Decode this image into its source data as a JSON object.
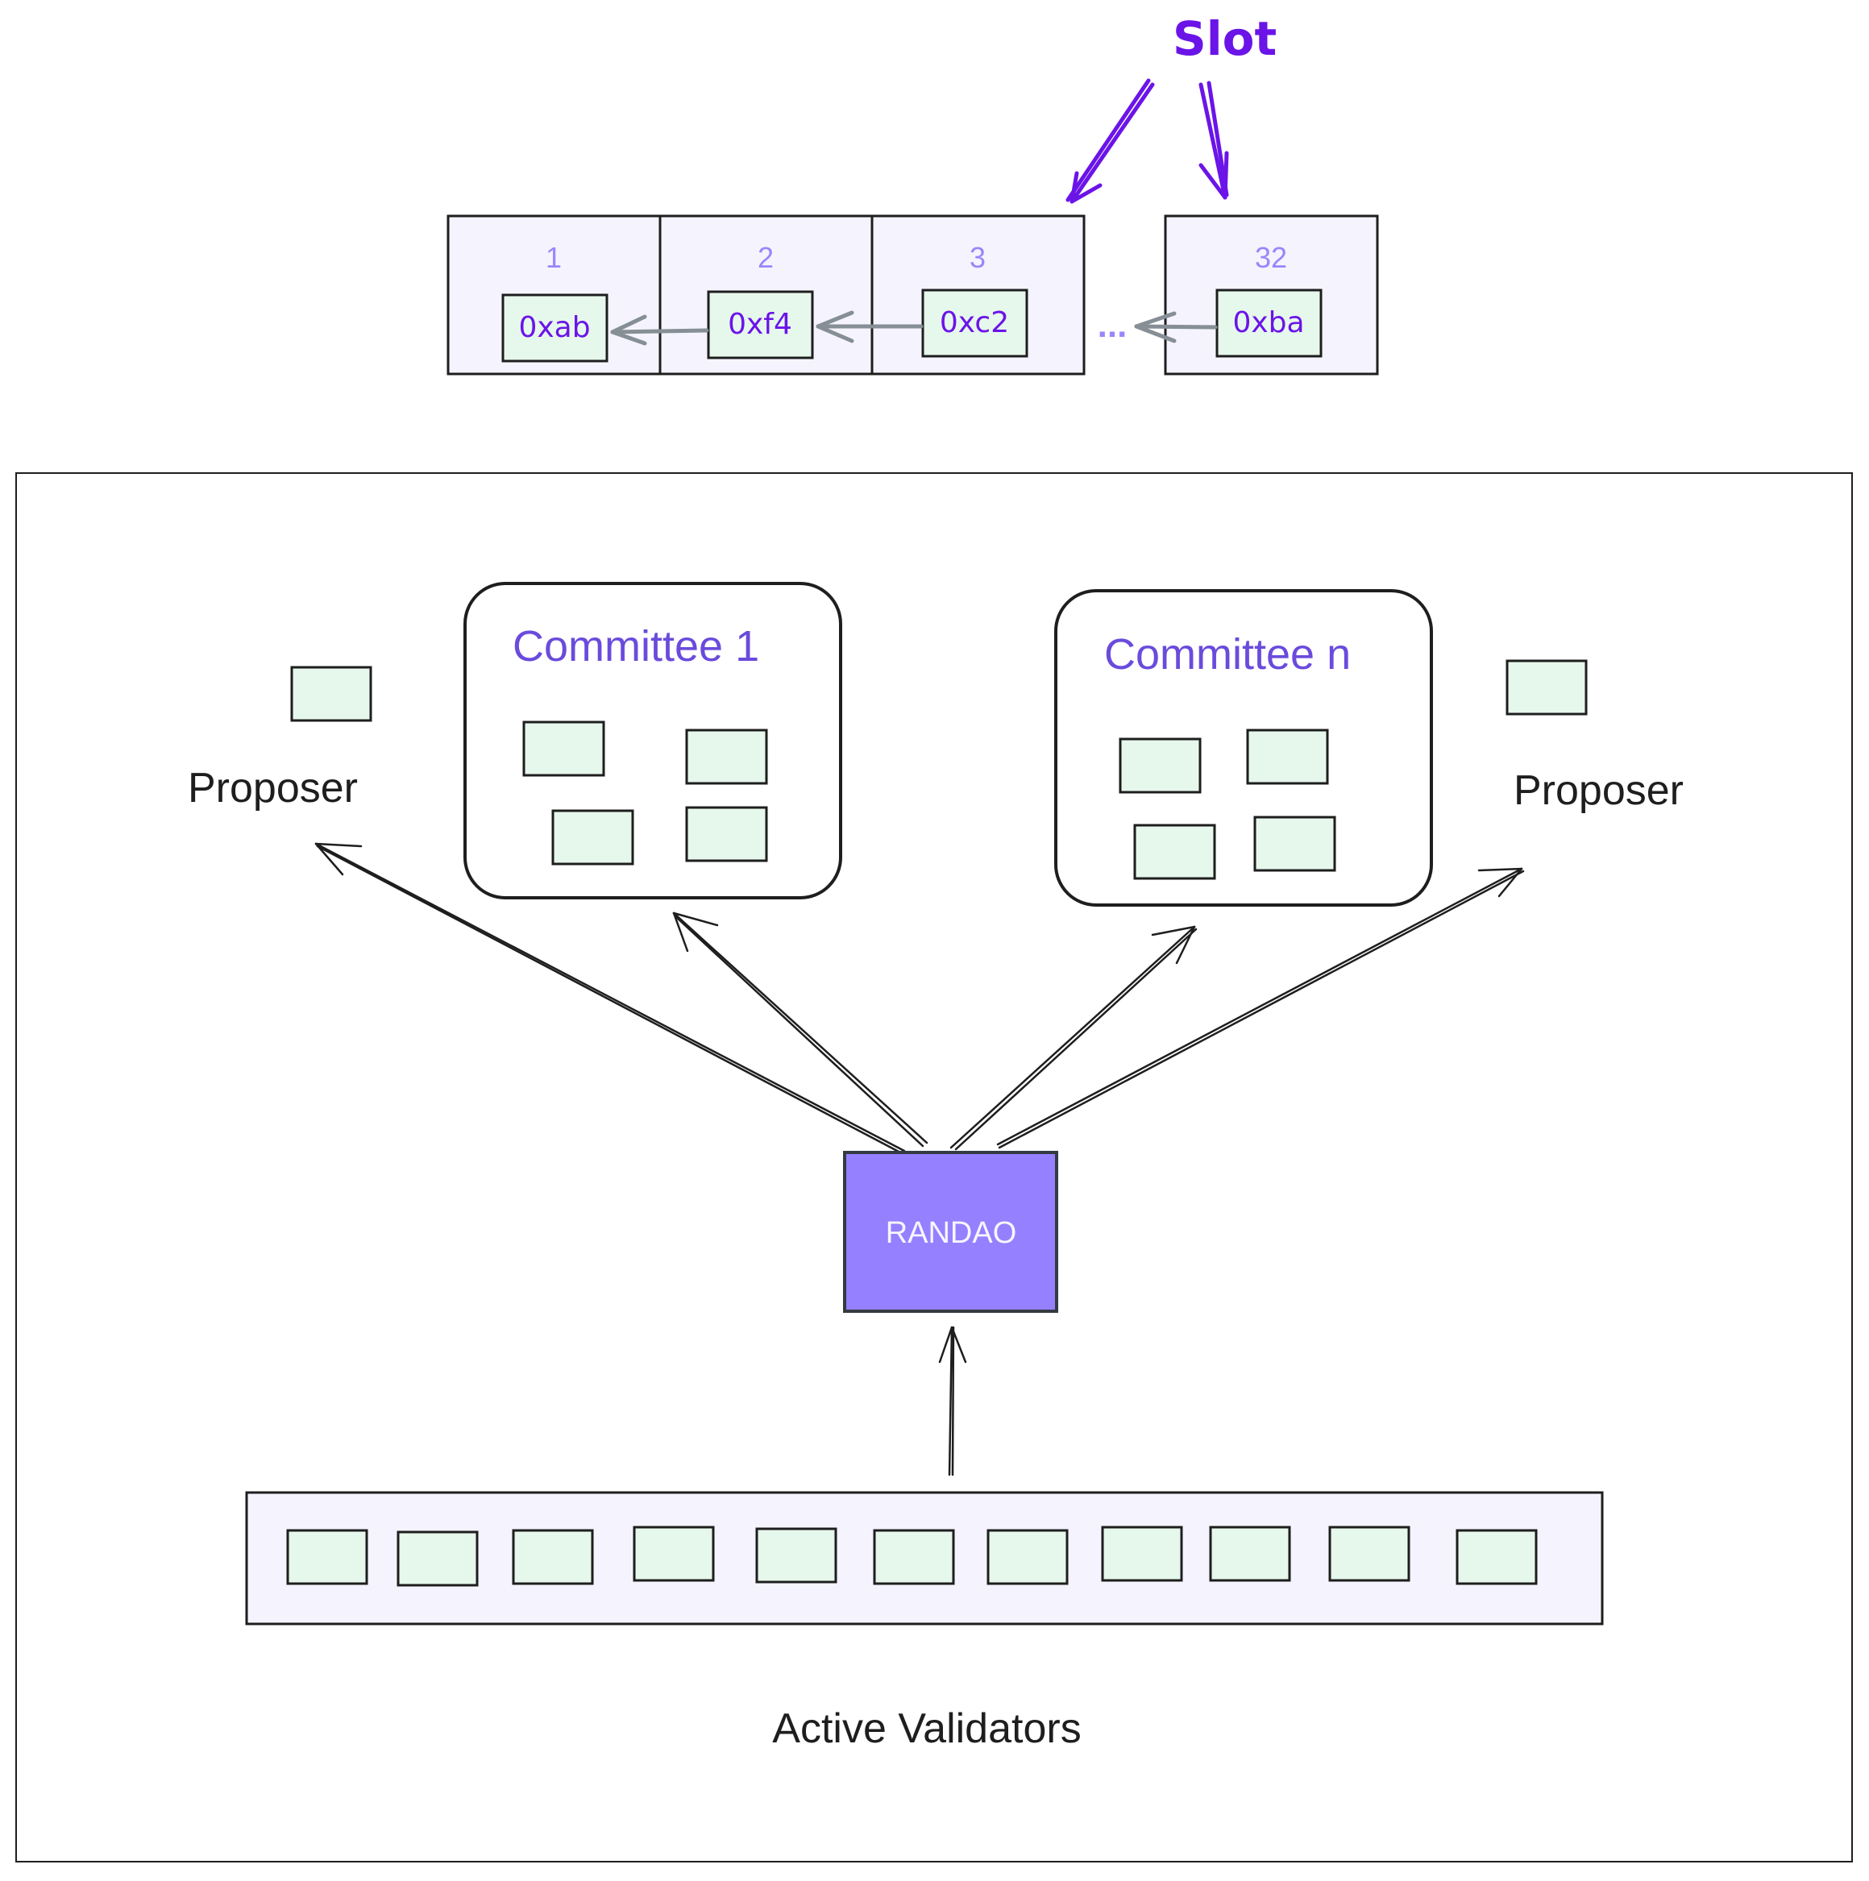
{
  "annotation": {
    "label": "Slot",
    "color": "#6b14e8"
  },
  "epoch": {
    "slots": [
      {
        "number": "1",
        "block_hash": "0xab"
      },
      {
        "number": "2",
        "block_hash": "0xf4"
      },
      {
        "number": "3",
        "block_hash": "0xc2"
      },
      {
        "number": "32",
        "block_hash": "0xba"
      }
    ],
    "ellipsis": "...",
    "slot_fill": "#f5f4fe",
    "block_fill": "#e6f7ec"
  },
  "beacon": {
    "proposer_left_label": "Proposer",
    "proposer_right_label": "Proposer",
    "committee_1_title": "Committee 1",
    "committee_n_title": "Committee n",
    "randao_label": "RANDAO",
    "randao_fill": "#9580ff",
    "validators_label": "Active Validators",
    "validator_count": 11
  }
}
